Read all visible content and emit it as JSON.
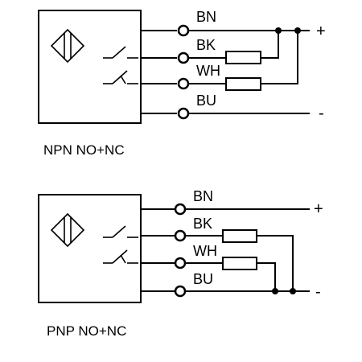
{
  "diagrams": [
    {
      "caption": "NPN NO+NC",
      "wires": [
        {
          "label": "BN"
        },
        {
          "label": "BK"
        },
        {
          "label": "WH"
        },
        {
          "label": "BU"
        }
      ],
      "plus_sign": "+",
      "minus_sign": "-"
    },
    {
      "caption": "PNP NO+NC",
      "wires": [
        {
          "label": "BN"
        },
        {
          "label": "BK"
        },
        {
          "label": "WH"
        },
        {
          "label": "BU"
        }
      ],
      "plus_sign": "+",
      "minus_sign": "-"
    }
  ]
}
